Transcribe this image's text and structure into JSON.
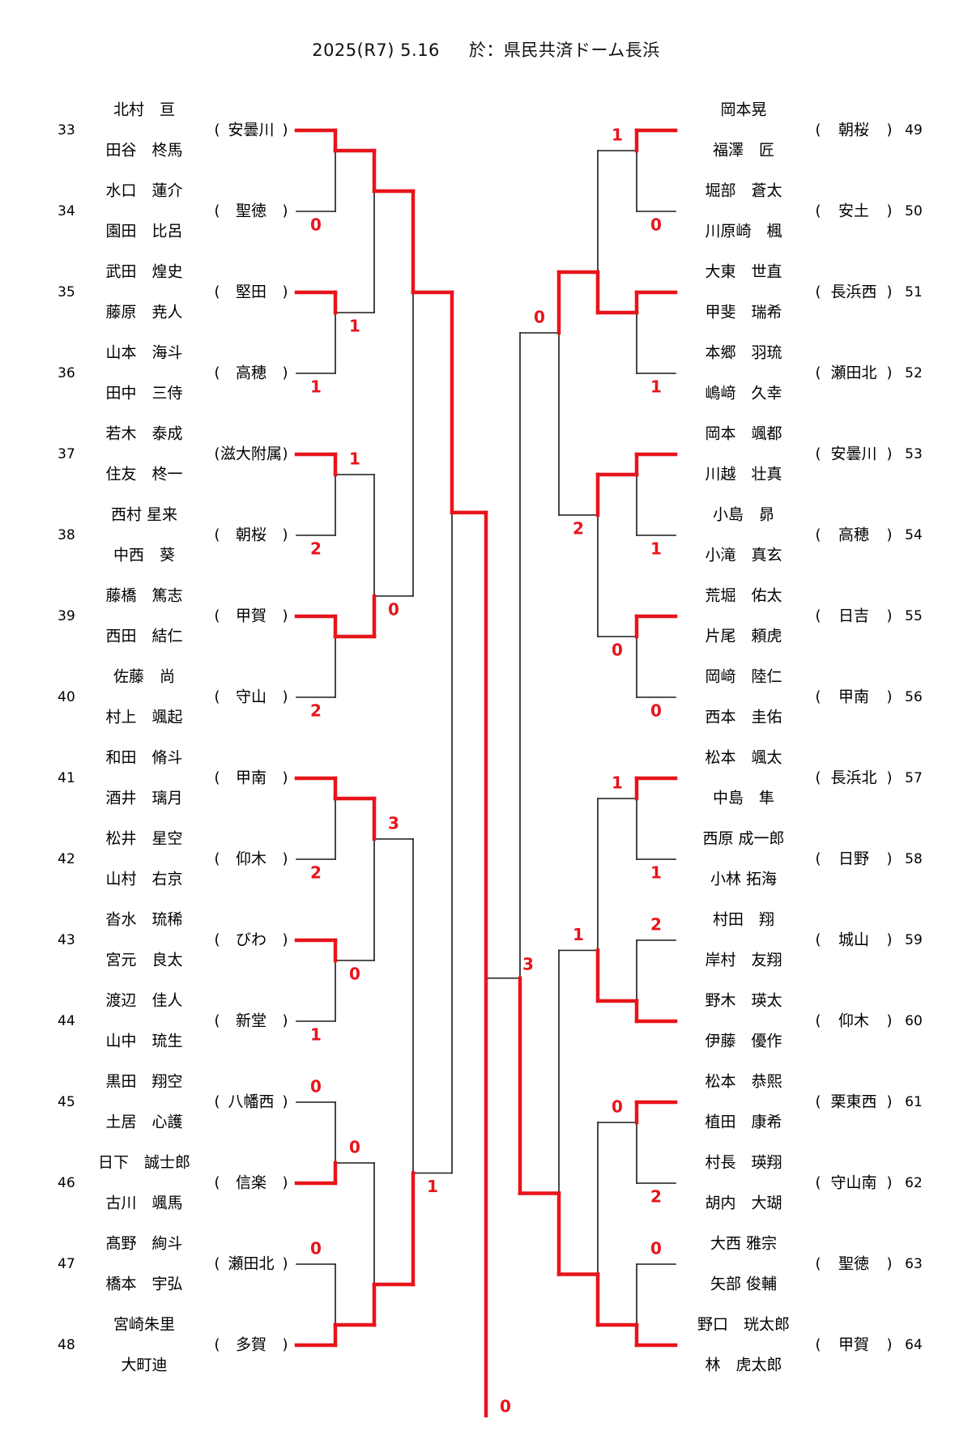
{
  "header": {
    "date": "2025(R7) 5.16",
    "venue": "於：県民共済ドーム長浜"
  },
  "left_entries": [
    {
      "no": "33",
      "p1": "北村　亘",
      "p2": "田谷　柊馬",
      "school": "安曇川"
    },
    {
      "no": "34",
      "p1": "水口　蓮介",
      "p2": "園田　比呂",
      "school": "聖徳"
    },
    {
      "no": "35",
      "p1": "武田　煌史",
      "p2": "藤原　尭人",
      "school": "堅田"
    },
    {
      "no": "36",
      "p1": "山本　海斗",
      "p2": "田中　三侍",
      "school": "高穂"
    },
    {
      "no": "37",
      "p1": "若木　泰成",
      "p2": "住友　柊一",
      "school": "滋大附属"
    },
    {
      "no": "38",
      "p1": "西村 星来",
      "p2": "中西　葵",
      "school": "朝桜"
    },
    {
      "no": "39",
      "p1": "藤橋　篤志",
      "p2": "西田　結仁",
      "school": "甲賀"
    },
    {
      "no": "40",
      "p1": "佐藤　尚",
      "p2": "村上　颯起",
      "school": "守山"
    },
    {
      "no": "41",
      "p1": "和田　脩斗",
      "p2": "酒井　璃月",
      "school": "甲南"
    },
    {
      "no": "42",
      "p1": "松井　星空",
      "p2": "山村　右京",
      "school": "仰木"
    },
    {
      "no": "43",
      "p1": "沓水　琉稀",
      "p2": "宮元　良太",
      "school": "びわ"
    },
    {
      "no": "44",
      "p1": "渡辺　佳人",
      "p2": "山中　琉生",
      "school": "新堂"
    },
    {
      "no": "45",
      "p1": "黒田　翔空",
      "p2": "土居　心護",
      "school": "八幡西"
    },
    {
      "no": "46",
      "p1": "日下　誠士郎",
      "p2": "古川　颯馬",
      "school": "信楽"
    },
    {
      "no": "47",
      "p1": "髙野　絢斗",
      "p2": "橋本　宇弘",
      "school": "瀬田北"
    },
    {
      "no": "48",
      "p1": "宮崎朱里",
      "p2": "大町迪",
      "school": "多賀"
    }
  ],
  "right_entries": [
    {
      "no": "49",
      "p1": "岡本晃",
      "p2": "福澤　匠",
      "school": "朝桜"
    },
    {
      "no": "50",
      "p1": "堀部　蒼太",
      "p2": "川原崎　楓",
      "school": "安土"
    },
    {
      "no": "51",
      "p1": "大東　世直",
      "p2": "甲斐　瑞希",
      "school": "長浜西"
    },
    {
      "no": "52",
      "p1": "本郷　羽琉",
      "p2": "嶋﨑　久幸",
      "school": "瀬田北"
    },
    {
      "no": "53",
      "p1": "岡本　颯都",
      "p2": "川越　壮真",
      "school": "安曇川"
    },
    {
      "no": "54",
      "p1": "小島　昴",
      "p2": "小滝　真玄",
      "school": "高穂"
    },
    {
      "no": "55",
      "p1": "荒堀　佑太",
      "p2": "片尾　頼虎",
      "school": "日吉"
    },
    {
      "no": "56",
      "p1": "岡﨑　陸仁",
      "p2": "西本　圭佑",
      "school": "甲南"
    },
    {
      "no": "57",
      "p1": "松本　颯太",
      "p2": "中島　隼",
      "school": "長浜北"
    },
    {
      "no": "58",
      "p1": "西原 成一郎",
      "p2": "小林 拓海",
      "school": "日野"
    },
    {
      "no": "59",
      "p1": "村田　翔",
      "p2": "岸村　友翔",
      "school": "城山"
    },
    {
      "no": "60",
      "p1": "野木　瑛太",
      "p2": "伊藤　優作",
      "school": "仰木"
    },
    {
      "no": "61",
      "p1": "松本　恭熙",
      "p2": "植田　康希",
      "school": "栗東西"
    },
    {
      "no": "62",
      "p1": "村長　瑛翔",
      "p2": "胡内　大瑚",
      "school": "守山南"
    },
    {
      "no": "63",
      "p1": "大西 雅宗",
      "p2": "矢部 俊輔",
      "school": "聖徳"
    },
    {
      "no": "64",
      "p1": "野口　珖太郎",
      "p2": "林　虎太郎",
      "school": "甲賀"
    }
  ],
  "left_results": {
    "r1": [
      {
        "winner": "top",
        "loser_score": "0"
      },
      {
        "winner": "top",
        "loser_score": "1"
      },
      {
        "winner": "top",
        "loser_score": "2"
      },
      {
        "winner": "top",
        "loser_score": "2"
      },
      {
        "winner": "top",
        "loser_score": "2"
      },
      {
        "winner": "top",
        "loser_score": "1"
      },
      {
        "winner": "bottom",
        "loser_score": "0"
      },
      {
        "winner": "bottom",
        "loser_score": "0"
      }
    ],
    "r2": [
      {
        "winner": "top",
        "loser_score": "1"
      },
      {
        "winner": "bottom",
        "loser_score": "1"
      },
      {
        "winner": "top",
        "loser_score": "0"
      },
      {
        "winner": "bottom",
        "loser_score": "0"
      }
    ],
    "r3": [
      {
        "winner": "top",
        "loser_score": "0"
      },
      {
        "winner": "bottom",
        "loser_score": "3"
      }
    ],
    "r4": [
      {
        "winner": "top",
        "loser_score": "1"
      }
    ]
  },
  "right_results": {
    "r1": [
      {
        "winner": "top",
        "loser_score": "0"
      },
      {
        "winner": "top",
        "loser_score": "1"
      },
      {
        "winner": "top",
        "loser_score": "1"
      },
      {
        "winner": "top",
        "loser_score": "0"
      },
      {
        "winner": "top",
        "loser_score": "1"
      },
      {
        "winner": "bottom",
        "loser_score": "2"
      },
      {
        "winner": "top",
        "loser_score": "2"
      },
      {
        "winner": "bottom",
        "loser_score": "0"
      }
    ],
    "r2": [
      {
        "winner": "bottom",
        "loser_score": "1"
      },
      {
        "winner": "top",
        "loser_score": "0"
      },
      {
        "winner": "bottom",
        "loser_score": "1"
      },
      {
        "winner": "bottom",
        "loser_score": "0"
      }
    ],
    "r3": [
      {
        "winner": "top",
        "loser_score": "2"
      },
      {
        "winner": "bottom",
        "loser_score": "1"
      }
    ],
    "r4": [
      {
        "winner": "bottom",
        "loser_score": "0"
      }
    ]
  },
  "final": {
    "winner": "left",
    "loser_score": "3",
    "winner_score": "0"
  },
  "colors": {
    "win_line": "#e8141b",
    "bracket_line": "#1a1a1a",
    "score_text": "#e8141b"
  }
}
